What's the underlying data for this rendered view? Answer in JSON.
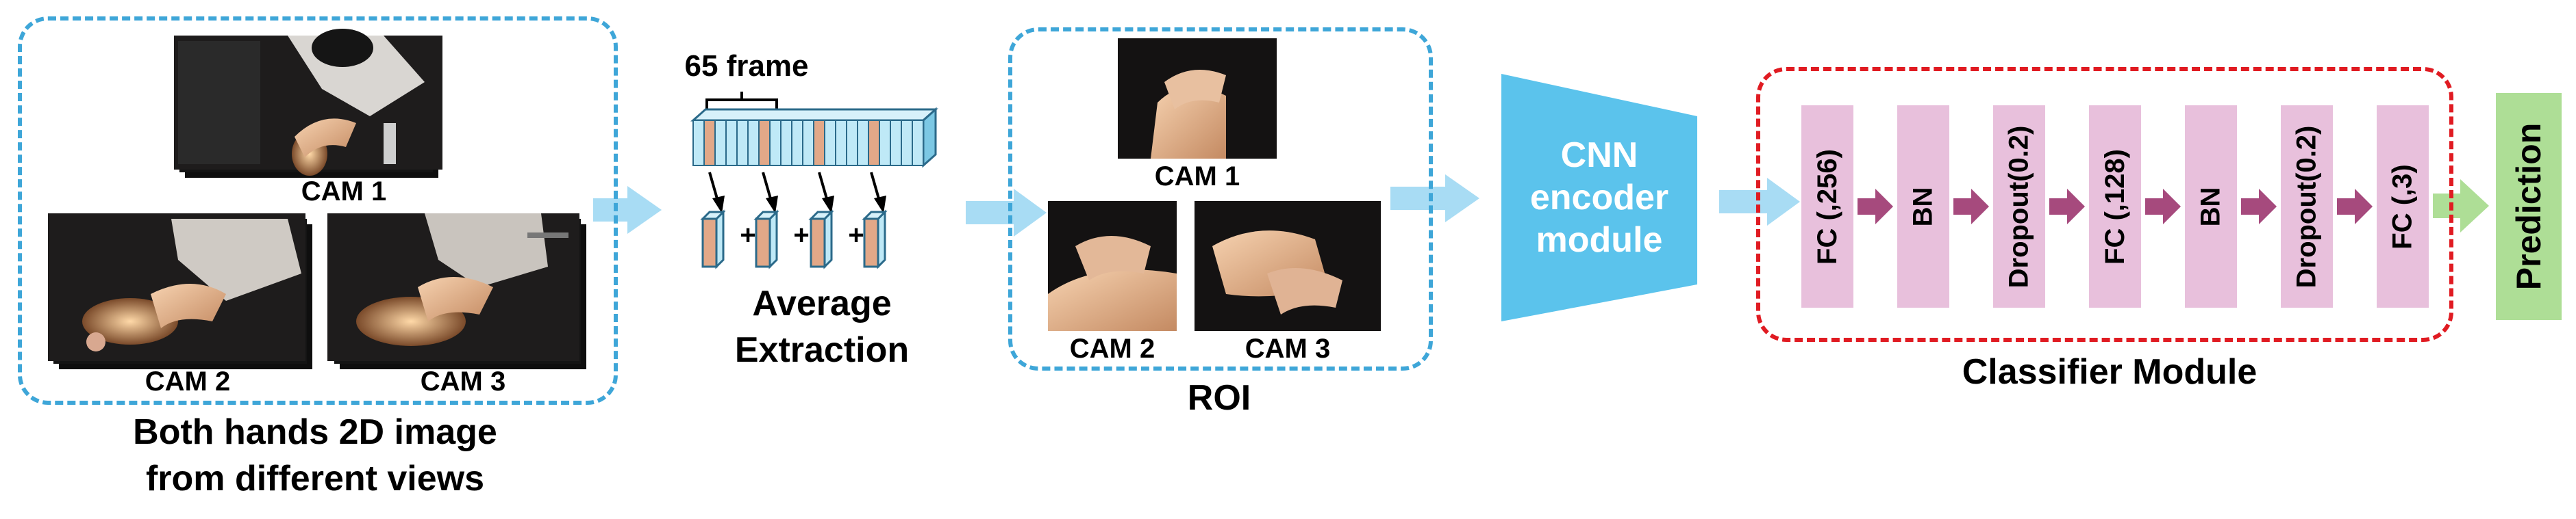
{
  "input_views": {
    "cam1_label": "CAM 1",
    "cam2_label": "CAM 2",
    "cam3_label": "CAM 3",
    "caption_line1": "Both hands 2D image",
    "caption_line2": "from different views"
  },
  "extraction": {
    "frame_label": "65 frame",
    "plus": "+",
    "caption_line1": "Average",
    "caption_line2": "Extraction"
  },
  "roi": {
    "cam1_label": "CAM 1",
    "cam2_label": "CAM 2",
    "cam3_label": "CAM 3",
    "caption": "ROI"
  },
  "encoder": {
    "line1": "CNN",
    "line2": "encoder",
    "line3": "module"
  },
  "classifier": {
    "layers": [
      "FC (,256)",
      "BN",
      "Dropout(0.2)",
      "FC (,128)",
      "BN",
      "Dropout(0.2)",
      "FC (,3)"
    ],
    "caption": "Classifier Module"
  },
  "prediction": {
    "label": "Prediction"
  },
  "colors": {
    "dashed_blue": "#3ea6d8",
    "dashed_red": "#e01b22",
    "arrow_blue": "#a8dcf4",
    "encoder_fill": "#5bc3ec",
    "layer_fill": "#e8c0dc",
    "layer_arrow": "#a64a7d",
    "prediction_fill": "#aede96",
    "frame_cyan": "#bfe9f7",
    "frame_orange": "#e2a888"
  }
}
